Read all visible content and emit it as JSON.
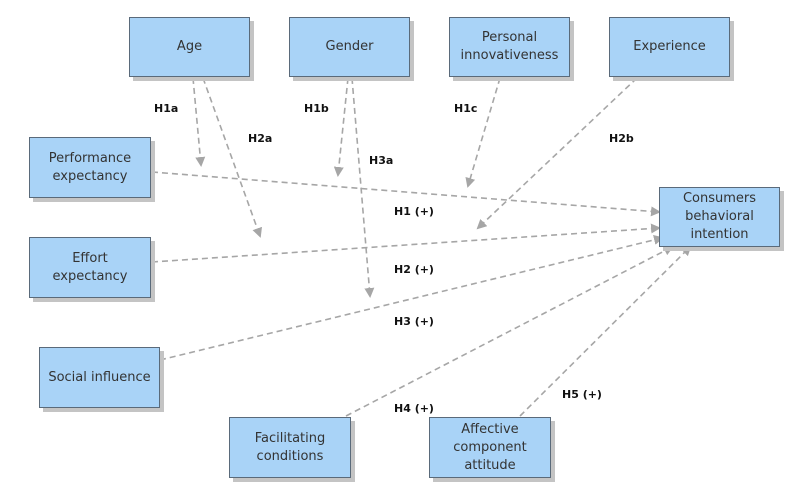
{
  "colors": {
    "box_fill": "#a9d3f7",
    "box_border": "#5a6a7a",
    "arrow": "#a6a6a6"
  },
  "boxes": {
    "age": "Age",
    "gender": "Gender",
    "personal_innovativeness": "Personal\ninnovativeness",
    "experience": "Experience",
    "performance_expectancy": "Performance\nexpectancy",
    "effort_expectancy": "Effort\nexpectancy",
    "social_influence": "Social influence",
    "facilitating_conditions": "Facilitating\nconditions",
    "affective_component_attitude": "Affective\ncomponent\nattitude",
    "consumers_behavioral_intention": "Consumers\nbehavioral\nintention"
  },
  "labels": {
    "h1a": "H1a",
    "h1b": "H1b",
    "h1c": "H1c",
    "h2a": "H2a",
    "h2b": "H2b",
    "h3a": "H3a",
    "h1": "H1 (+)",
    "h2": "H2 (+)",
    "h3": "H3 (+)",
    "h4": "H4 (+)",
    "h5": "H5 (+)"
  }
}
